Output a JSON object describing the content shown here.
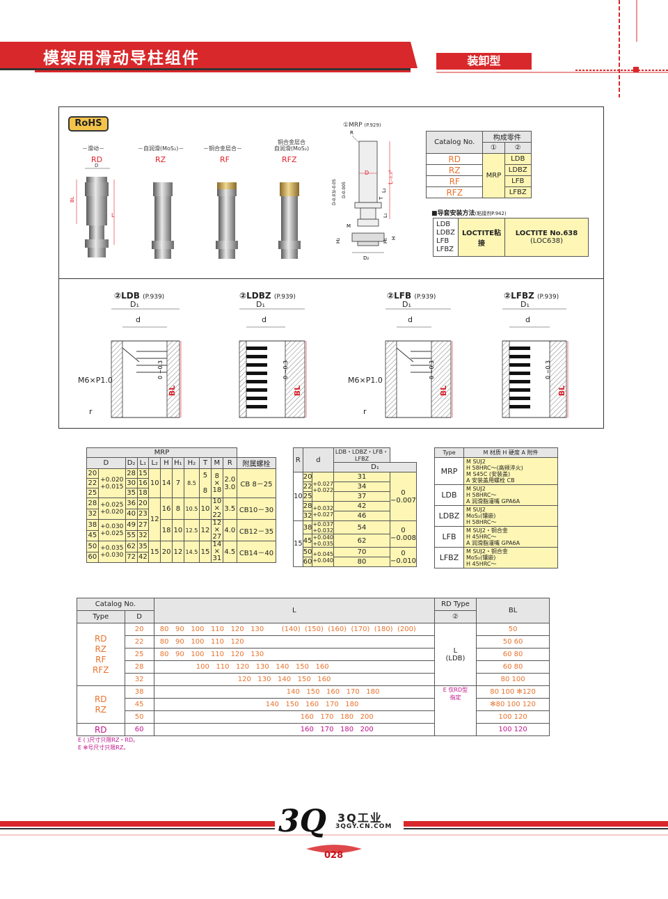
{
  "header": {
    "title": "模架用滑动导柱组件",
    "type_label": "装卸型"
  },
  "rohs": "RoHS",
  "variants": [
    {
      "desc": "－滑动－",
      "code": "RD"
    },
    {
      "desc": "－自润滑(MoS₂)－",
      "code": "RZ"
    },
    {
      "desc": "－铜合金层合－",
      "code": "RF"
    },
    {
      "desc": "铜合金层合\n自润滑(MoS₂)",
      "code": "RFZ"
    }
  ],
  "mrp_drawing": {
    "title": "①MRP",
    "ref": "(P.929)",
    "labels": [
      "R",
      "D",
      "L₋₀.₃⁰",
      "T",
      "L₂",
      "L₁",
      "M",
      "H₂",
      "H₁",
      "H",
      "D₂",
      "D-0.03/-0.05",
      "D-0.005"
    ]
  },
  "catalog_table": {
    "col1": "Catalog No.",
    "group": "构成零件",
    "sub1": "①",
    "sub2": "②",
    "types": [
      "RD",
      "RZ",
      "RF",
      "RFZ"
    ],
    "part1": "MRP",
    "part2": [
      "LDB",
      "LDBZ",
      "LFB",
      "LFBZ"
    ]
  },
  "install": {
    "title": "■导套安装方法",
    "title_note": "(粘接剂P.942)",
    "types": "LDB\nLDBZ\nLFB\nLFBZ",
    "method": "LOCTITE粘接",
    "product": "LOCTITE No.638",
    "product_sub": "(LOC638)"
  },
  "bush_drawings": [
    {
      "title": "②LDB",
      "ref": "(P.939)"
    },
    {
      "title": "②LDBZ",
      "ref": "(P.939)"
    },
    {
      "title": "②LFB",
      "ref": "(P.939)"
    },
    {
      "title": "②LFBZ",
      "ref": "(P.939)"
    }
  ],
  "bush_labels": {
    "d1": "D₁",
    "d": "d",
    "thread": "M6×P1.0",
    "bl": "BL",
    "tol": "0\n−0.3",
    "r": "r"
  },
  "mrp_table": {
    "title": "MRP",
    "headers": [
      "D",
      "D₂",
      "L₁",
      "L₂",
      "H",
      "H₁",
      "H₂",
      "T",
      "M",
      "R",
      "附属螺栓"
    ],
    "rows": [
      {
        "D": "20",
        "tol": "",
        "D2": "28",
        "L1": "15"
      },
      {
        "D": "22",
        "tol": "+0.020\n+0.015",
        "D2": "30",
        "L1": "16"
      },
      {
        "D": "25",
        "tol": "",
        "D2": "35",
        "L1": "18"
      },
      {
        "D": "28",
        "tol": "+0.025\n+0.020",
        "D2": "36",
        "L1": "20"
      },
      {
        "D": "32",
        "tol": "",
        "D2": "40",
        "L1": "23"
      },
      {
        "D": "38",
        "tol": "+0.030\n+0.025",
        "D2": "49",
        "L1": "27"
      },
      {
        "D": "45",
        "tol": "",
        "D2": "55",
        "L1": "32"
      },
      {
        "D": "50",
        "tol": "+0.035\n+0.030",
        "D2": "62",
        "L1": "35"
      },
      {
        "D": "60",
        "tol": "",
        "D2": "72",
        "L1": "42"
      }
    ],
    "groups": [
      {
        "L2": "10",
        "H": "14",
        "H1": "7",
        "H2": "8.5",
        "T": "5\n\n8",
        "M": "8\n×\n18",
        "R": "2.0\n3.0",
        "bolt": "CB 8－25"
      },
      {
        "L2": "12",
        "H": "16",
        "H1": "8",
        "H2": "10.5",
        "T": "10",
        "M": "10\n×\n22",
        "R": "3.5",
        "bolt": "CB10－30"
      },
      {
        "L2": "",
        "H": "18",
        "H1": "10",
        "H2": "12.5",
        "T": "12",
        "M": "12\n×\n27",
        "R": "4.0",
        "bolt": "CB12－35"
      },
      {
        "L2": "15",
        "H": "20",
        "H1": "12",
        "H2": "14.5",
        "T": "15",
        "M": "14\n×\n31",
        "R": "4.5",
        "bolt": "CB14－40"
      }
    ]
  },
  "ldb_table": {
    "h_r": "R",
    "h_d": "d",
    "h_group": "LDB・LDBZ・LFB・LFBZ",
    "h_d1": "D₁",
    "r_groups": [
      "10",
      "15"
    ],
    "rows": [
      {
        "d": "20",
        "tol": "",
        "d1": "31"
      },
      {
        "d": "22",
        "tol": "+0.027\n+0.022",
        "d1": "34"
      },
      {
        "d": "25",
        "tol": "",
        "d1": "37"
      },
      {
        "d": "28",
        "tol": "+0.032\n+0.027",
        "d1": "42"
      },
      {
        "d": "32",
        "tol": "",
        "d1": "46"
      },
      {
        "d": "38",
        "tol": "+0.037\n+0.032",
        "d1": "54"
      },
      {
        "d": "45",
        "tol": "+0.040\n+0.035",
        "d1": "62"
      },
      {
        "d": "50",
        "tol": "+0.045\n+0.040",
        "d1": "70"
      },
      {
        "d": "60",
        "tol": "",
        "d1": "80"
      }
    ],
    "d1_tols": [
      "0\n−0.007",
      "0\n−0.008",
      "0\n−0.010"
    ]
  },
  "type_table": {
    "h_type": "Type",
    "h_desc": "M 材质  H 硬度  A 附件",
    "rows": [
      {
        "type": "MRP",
        "desc": "M SUJ2\nH 58HRC～(高频淬火)\nM S45C (安装盖)\nA 安装盖用螺栓  CB"
      },
      {
        "type": "LDB",
        "desc": "M SUJ2\nH 58HRC～\nA 润滑脂灌嘴 GPA6A"
      },
      {
        "type": "LDBZ",
        "desc": "M SUJ2\n   MoS₂(镶嵌)\nH 58HRC～"
      },
      {
        "type": "LFB",
        "desc": "M SUJ2・铜合金\nH 45HRC～\nA 润滑脂灌嘴 GPA6A"
      },
      {
        "type": "LFBZ",
        "desc": "M SUJ2・铜合金\n   MoS₂(镶嵌)\nH 45HRC～"
      }
    ]
  },
  "main_table": {
    "h_catalog": "Catalog  No.",
    "h_type": "Type",
    "h_d": "D",
    "h_l": "L",
    "h_rd": "RD  Type",
    "h_rd_sub": "②",
    "h_bl": "BL",
    "type_groups": [
      "RD\nRZ\nRF\nRFZ",
      "RD\nRZ",
      "RD"
    ],
    "rows": [
      {
        "D": "20",
        "L": "80   90   100   110   120   130        (140)  (150)  (160)  (170)  (180)  (200)",
        "BL": "50"
      },
      {
        "D": "22",
        "L": "80   90   100   110   120",
        "BL": "50   60"
      },
      {
        "D": "25",
        "L": "80   90   100   110   120   130",
        "BL": "60   80"
      },
      {
        "D": "28",
        "L": "100   110   120   130   140   150   160",
        "BL": "60   80"
      },
      {
        "D": "32",
        "L": "120   130   140   150   160",
        "BL": "80   100"
      },
      {
        "D": "38",
        "L": "140   150   160   170   180",
        "BL": "80   100   ✻120"
      },
      {
        "D": "45",
        "L": "140   150   160   170   180",
        "BL": "✻80  100   120"
      },
      {
        "D": "50",
        "L": "160   170   180   200",
        "BL": "100   120"
      },
      {
        "D": "60",
        "L": "160   170   180   200",
        "BL": "100   120"
      }
    ],
    "rd_type": "L\n(LDB)",
    "rd_note": "E 仅RD型\n指定"
  },
  "notes": [
    "E ( )尺寸只限RZ・RD。",
    "E ✻号尺寸只限RZ。"
  ],
  "footer": {
    "brand": "3Q工业",
    "url": "3QGY.CN.COM",
    "page": "028"
  },
  "colors": {
    "red": "#d8282b",
    "orange": "#e8722c",
    "yellow": "#fdf6b5"
  }
}
